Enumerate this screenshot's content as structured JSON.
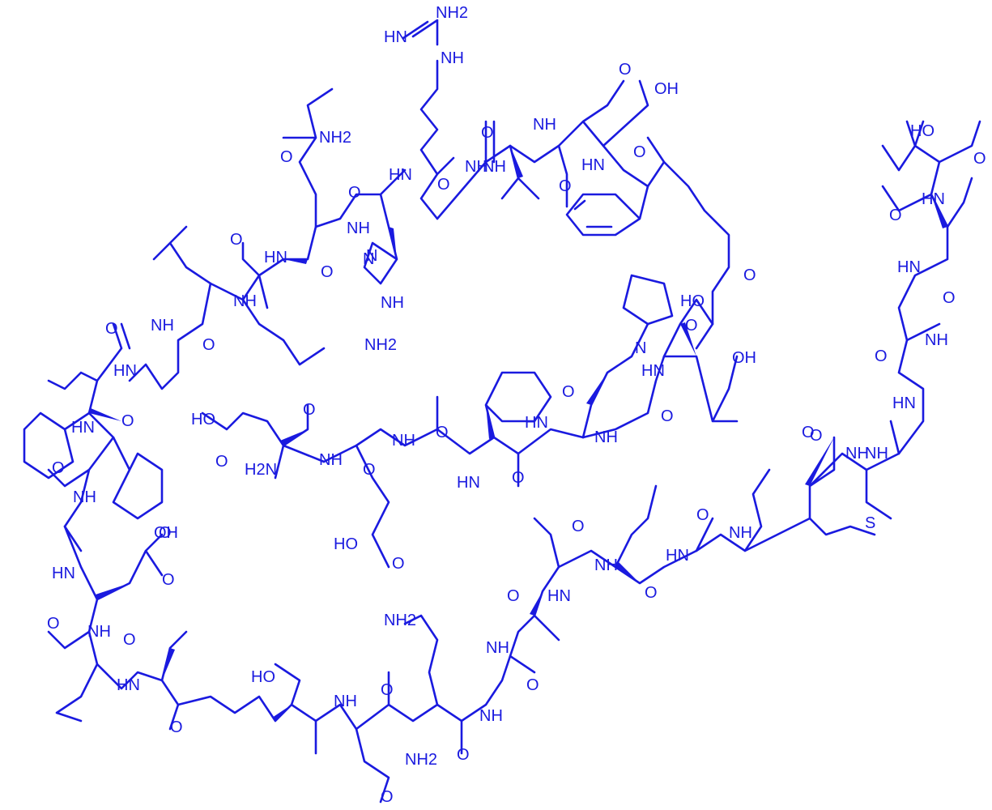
{
  "diagram": {
    "type": "structural-formula",
    "color": "#1a1adf",
    "atom_labels": [
      "NH2",
      "HN",
      "NH",
      "O",
      "OH",
      "NH",
      "O",
      "HN",
      "O",
      "O",
      "NH2",
      "O",
      "NH",
      "NH",
      "O",
      "HN",
      "N",
      "NH",
      "O",
      "NH",
      "O",
      "HN",
      "O",
      "NH",
      "O",
      "NH2",
      "O",
      "NH",
      "HN",
      "O",
      "HN",
      "O",
      "O",
      "NH",
      "HO",
      "O",
      "O",
      "N",
      "NH",
      "NH",
      "O",
      "HN",
      "O",
      "NH",
      "OH",
      "O",
      "HN",
      "O",
      "HO",
      "O",
      "O",
      "HN",
      "N",
      "O",
      "HN",
      "NH",
      "O",
      "O",
      "H2N",
      "HO",
      "O",
      "O",
      "HN",
      "O",
      "NH",
      "S",
      "HO",
      "O",
      "HN",
      "OH",
      "O",
      "HN",
      "O",
      "NH",
      "O",
      "NH",
      "HN",
      "O",
      "NH",
      "HN",
      "O",
      "NH",
      "O",
      "O",
      "NH2",
      "O",
      "HN",
      "NH",
      "O",
      "O",
      "HO",
      "O",
      "NH",
      "NH2",
      "O",
      "NH",
      "O"
    ]
  }
}
